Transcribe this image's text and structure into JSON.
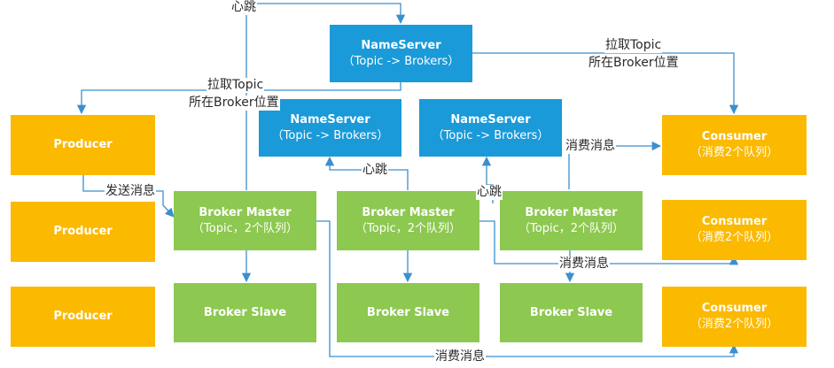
{
  "nameservers": [
    {
      "title": "NameServer",
      "subtitle": "（Topic -> Brokers）"
    },
    {
      "title": "NameServer",
      "subtitle": "（Topic -> Brokers）"
    },
    {
      "title": "NameServer",
      "subtitle": "（Topic -> Brokers）"
    }
  ],
  "producers": [
    {
      "title": "Producer"
    },
    {
      "title": "Producer"
    },
    {
      "title": "Producer"
    }
  ],
  "brokers": [
    {
      "title": "Broker Master",
      "subtitle": "（Topic，2个队列）"
    },
    {
      "title": "Broker Master",
      "subtitle": "（Topic，2个队列）"
    },
    {
      "title": "Broker Master",
      "subtitle": "（Topic，2个队列）"
    }
  ],
  "slaves": [
    {
      "title": "Broker Slave"
    },
    {
      "title": "Broker Slave"
    },
    {
      "title": "Broker Slave"
    }
  ],
  "consumers": [
    {
      "title": "Consumer",
      "subtitle": "（消费2个队列）"
    },
    {
      "title": "Consumer",
      "subtitle": "（消费2个队列）"
    },
    {
      "title": "Consumer",
      "subtitle": "（消费2个队列）"
    }
  ],
  "labels": {
    "heartbeat_top": "心跳",
    "pull_right_1": "拉取Topic",
    "pull_right_2": "所在Broker位置",
    "pull_left_1": "拉取Topic",
    "pull_left_2": "所在Broker位置",
    "send_msg": "发送消息",
    "heartbeat_mid": "心跳",
    "heartbeat_right": "心跳",
    "consume_1": "消费消息",
    "consume_2": "消费消息",
    "consume_3": "消费消息"
  },
  "colors": {
    "nameserver": "#1a9ad8",
    "producer_consumer": "#fbb900",
    "broker": "#8dc850",
    "connector": "#3b8fcf"
  }
}
